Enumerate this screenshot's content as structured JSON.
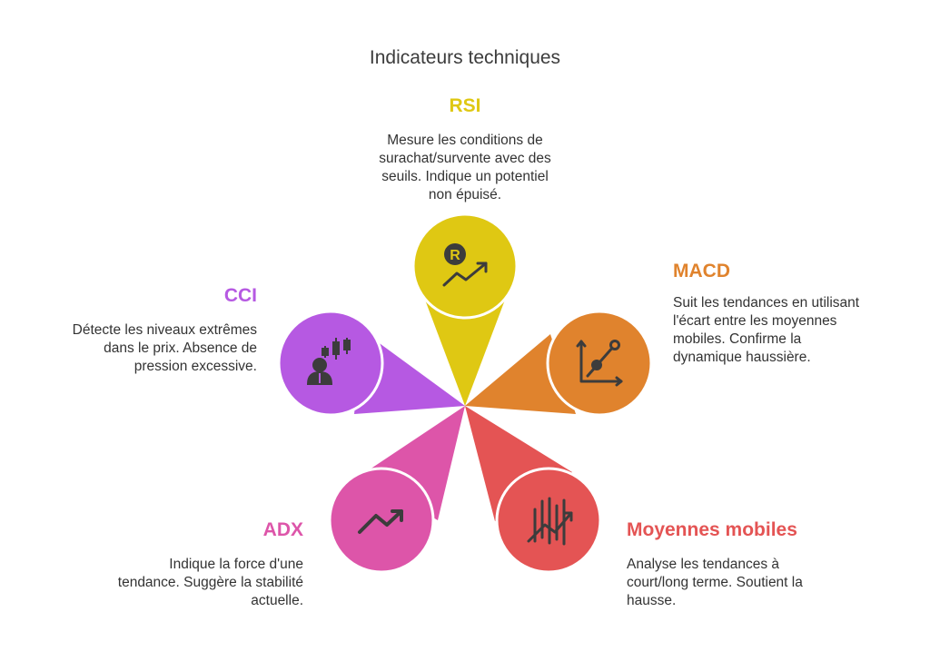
{
  "title": "Indicateurs techniques",
  "colors": {
    "rsi": "#DFC813",
    "macd": "#E0832D",
    "mm": "#E45454",
    "adx": "#DD55A9",
    "cci": "#B659E2",
    "icon": "#3c3c3c"
  },
  "items": [
    {
      "key": "rsi",
      "label": "RSI",
      "desc": [
        "Mesure les conditions de",
        "surachat/survente avec des",
        "seuils. Indique un potentiel",
        "non épuisé."
      ],
      "icon": "rsi-chart-icon"
    },
    {
      "key": "macd",
      "label": "MACD",
      "desc": [
        "Suit les tendances en utilisant",
        "l'écart entre les moyennes",
        "mobiles. Confirme la",
        "dynamique haussière."
      ],
      "icon": "line-graph-icon"
    },
    {
      "key": "mm",
      "label": "Moyennes mobiles",
      "desc": [
        "Analyse les tendances à",
        "court/long terme. Soutient la",
        "hausse."
      ],
      "icon": "stock-bars-icon"
    },
    {
      "key": "adx",
      "label": "ADX",
      "desc": [
        "Indique la force d'une",
        "tendance. Suggère la stabilité",
        "actuelle."
      ],
      "icon": "trend-up-icon"
    },
    {
      "key": "cci",
      "label": "CCI",
      "desc": [
        "Détecte les niveaux extrêmes",
        "dans le prix. Absence de",
        "pression excessive."
      ],
      "icon": "trader-candles-icon"
    }
  ]
}
